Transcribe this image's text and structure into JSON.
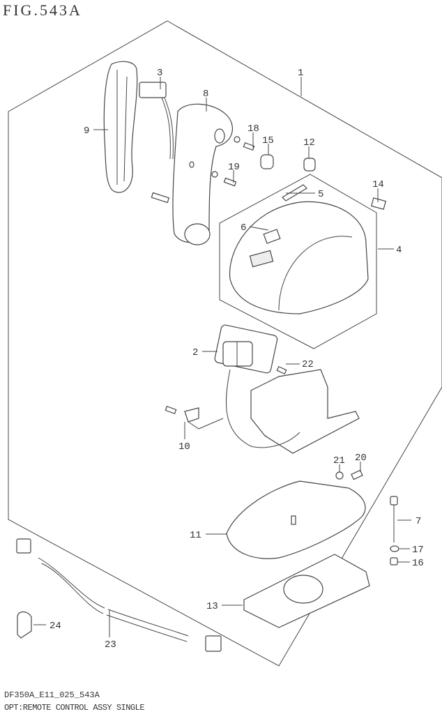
{
  "figure": {
    "title": "FIG.543A",
    "code": "DF350A_E11_025_543A",
    "name": "OPT:REMOTE CONTROL ASSY SINGLE"
  },
  "callouts": [
    {
      "id": "1",
      "label": "1"
    },
    {
      "id": "2",
      "label": "2"
    },
    {
      "id": "3",
      "label": "3"
    },
    {
      "id": "4",
      "label": "4"
    },
    {
      "id": "5",
      "label": "5"
    },
    {
      "id": "6",
      "label": "6"
    },
    {
      "id": "7",
      "label": "7"
    },
    {
      "id": "8",
      "label": "8"
    },
    {
      "id": "9",
      "label": "9"
    },
    {
      "id": "10",
      "label": "10"
    },
    {
      "id": "11",
      "label": "11"
    },
    {
      "id": "12",
      "label": "12"
    },
    {
      "id": "13",
      "label": "13"
    },
    {
      "id": "14",
      "label": "14"
    },
    {
      "id": "15",
      "label": "15"
    },
    {
      "id": "16",
      "label": "16"
    },
    {
      "id": "17",
      "label": "17"
    },
    {
      "id": "18",
      "label": "18"
    },
    {
      "id": "19",
      "label": "19"
    },
    {
      "id": "20",
      "label": "20"
    },
    {
      "id": "21",
      "label": "21"
    },
    {
      "id": "22",
      "label": "22"
    },
    {
      "id": "23",
      "label": "23"
    },
    {
      "id": "24",
      "label": "24"
    }
  ]
}
